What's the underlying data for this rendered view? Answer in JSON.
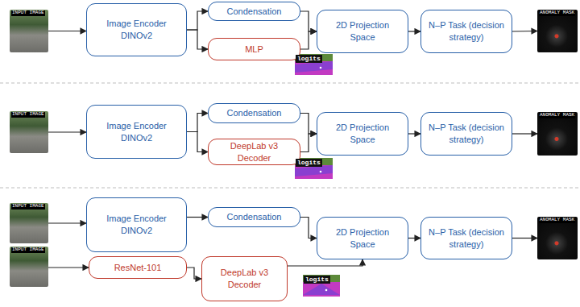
{
  "diagram": {
    "nodes": [
      {
        "text": [
          "INPUT IMAGE"
        ]
      },
      {
        "text": [
          "Image Encoder DINOv2"
        ]
      },
      {
        "text": [
          "Condensation"
        ]
      },
      {
        "text": [
          "MLP"
        ]
      },
      {
        "text": [
          "2D Projection Space"
        ]
      },
      {
        "text": [
          "N–P Task (decision strategy)"
        ]
      },
      {
        "text": [
          "ANOMALY MASK"
        ]
      },
      {
        "text": [
          "INPUT IMAGE"
        ]
      },
      {
        "text": [
          "Image Encoder DINOv2"
        ]
      },
      {
        "text": [
          "Condensation"
        ]
      },
      {
        "text": [
          "DeepLab v3 Decoder"
        ]
      },
      {
        "text": [
          "2D Projection Space"
        ]
      },
      {
        "text": [
          "N–P Task (decision strategy)"
        ]
      },
      {
        "text": [
          "ANOMALY MASK"
        ]
      },
      {
        "text": [
          "INPUT IMAGE"
        ]
      },
      {
        "text": [
          "Image Encoder DINOv2"
        ]
      },
      {
        "text": [
          "Condensation"
        ]
      },
      {
        "text": [
          "2D Projection Space"
        ]
      },
      {
        "text": [
          "N–P Task (decision strategy)"
        ]
      },
      {
        "text": [
          "ANOMALY MASK"
        ]
      },
      {
        "text": [
          "INPUT IMAGE"
        ]
      },
      {
        "text": [
          "ResNet-101"
        ]
      },
      {
        "text": [
          "DeepLab v3 Decoder"
        ]
      }
    ],
    "edges": [
      {
        "from": 0,
        "to": 1,
        "arrow": "to"
      },
      {
        "from": 1,
        "to": 2,
        "arrow": "to"
      },
      {
        "from": 1,
        "to": 3,
        "arrow": "to"
      },
      {
        "from": 2,
        "to": 4,
        "arrow": "to"
      },
      {
        "from": 3,
        "to": 4,
        "arrow": "to"
      },
      {
        "from": 4,
        "to": 5,
        "arrow": "to"
      },
      {
        "from": 5,
        "to": 6,
        "arrow": "to"
      },
      {
        "from": 7,
        "to": 8,
        "arrow": "to"
      },
      {
        "from": 8,
        "to": 9,
        "arrow": "to"
      },
      {
        "from": 8,
        "to": 10,
        "arrow": "to"
      },
      {
        "from": 9,
        "to": 11,
        "arrow": "to"
      },
      {
        "from": 10,
        "to": 11,
        "arrow": "to"
      },
      {
        "from": 11,
        "to": 12,
        "arrow": "to"
      },
      {
        "from": 12,
        "to": 13,
        "arrow": "to"
      },
      {
        "from": 14,
        "to": 15,
        "arrow": "to"
      },
      {
        "from": 15,
        "to": 16,
        "arrow": "to"
      },
      {
        "from": 16,
        "to": 17,
        "arrow": "to"
      },
      {
        "from": 17,
        "to": 18,
        "arrow": "to"
      },
      {
        "from": 18,
        "to": 19,
        "arrow": "to"
      },
      {
        "from": 20,
        "to": 21,
        "arrow": "to"
      },
      {
        "from": 21,
        "to": 22,
        "arrow": "to"
      },
      {
        "from": 22,
        "to": 17,
        "arrow": "to"
      }
    ],
    "labels": [
      "logits",
      "logits",
      "logits"
    ]
  }
}
